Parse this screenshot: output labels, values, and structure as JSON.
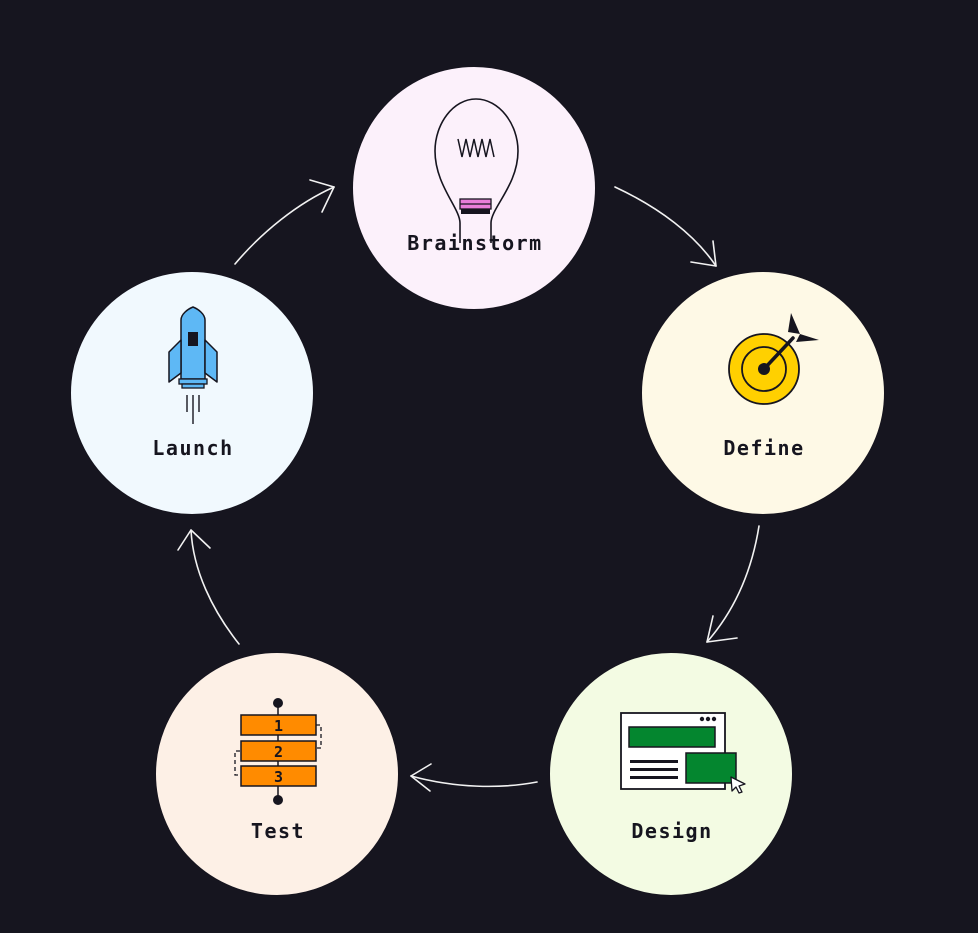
{
  "colors": {
    "background": "#16151f",
    "arrow": "#f2f2f2",
    "ink": "#16151f",
    "brainstorm_bg": "#fcf1fb",
    "define_bg": "#fef9e6",
    "design_bg": "#f3fbe3",
    "test_bg": "#fdf0e6",
    "launch_bg": "#f1f9fe",
    "bulb_base": "#e87ed9",
    "target_yellow": "#ffd000",
    "design_green": "#04862f",
    "test_orange": "#ff8b00",
    "rocket_blue": "#5eb8f5"
  },
  "steps": [
    {
      "id": "brainstorm",
      "label": "Brainstorm",
      "icon": "lightbulb-icon"
    },
    {
      "id": "define",
      "label": "Define",
      "icon": "target-icon"
    },
    {
      "id": "design",
      "label": "Design",
      "icon": "wireframe-icon"
    },
    {
      "id": "test",
      "label": "Test",
      "icon": "sequence-icon"
    },
    {
      "id": "launch",
      "label": "Launch",
      "icon": "rocket-icon"
    }
  ],
  "test_sequence": [
    "1",
    "2",
    "3"
  ]
}
